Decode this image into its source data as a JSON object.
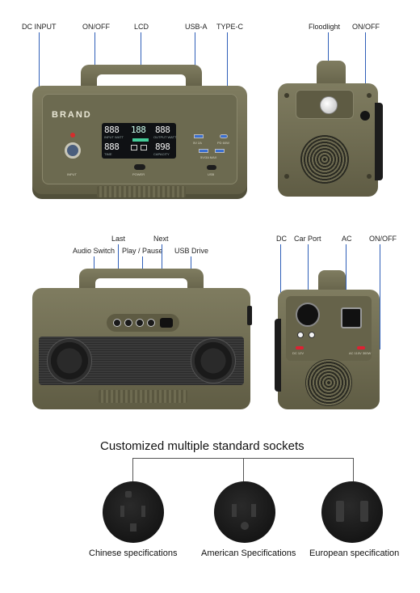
{
  "top_labels": {
    "dc_input": "DC INPUT",
    "on_off": "ON/OFF",
    "lcd": "LCD",
    "usb_a": "USB-A",
    "type_c": "TYPE-C",
    "floodlight": "Floodlight",
    "on_off_side": "ON/OFF"
  },
  "front_panel": {
    "brand": "BRAND",
    "input": "INPUT",
    "power": "POWER",
    "usb": "USB",
    "lcd_left_top": "888",
    "lcd_center": "188",
    "lcd_right_top": "888",
    "lcd_left_bottom": "888",
    "lcd_right_bottom": "898",
    "lcd_caption_left_top": "INPUT WATT",
    "lcd_caption_right_top": "OUTPUT WATT",
    "lcd_caption_left_bottom": "TIME",
    "lcd_caption_right_bottom": "CAPACITY",
    "usb_caption_left": "5V 2A",
    "usb_caption_right": "PD 60W",
    "usb_caption_bottom": "5V/3A MAX"
  },
  "back_labels": {
    "last": "Last",
    "next": "Next",
    "audio_switch": "Audio Switch",
    "play_pause": "Play / Pause",
    "usb_drive": "USB Drive",
    "dc": "DC",
    "car_port": "Car Port",
    "ac": "AC",
    "on_off": "ON/OFF"
  },
  "side_panel": {
    "dc_caption": "DC 12V",
    "ac_caption": "AC 110V 300W"
  },
  "sockets": {
    "heading": "Customized multiple standard sockets",
    "chinese": "Chinese specifications",
    "american": "American Specifications",
    "european": "European specification"
  },
  "colors": {
    "olive": "#75724f",
    "lead_line": "#2f5fb8",
    "socket_black": "#141414"
  }
}
